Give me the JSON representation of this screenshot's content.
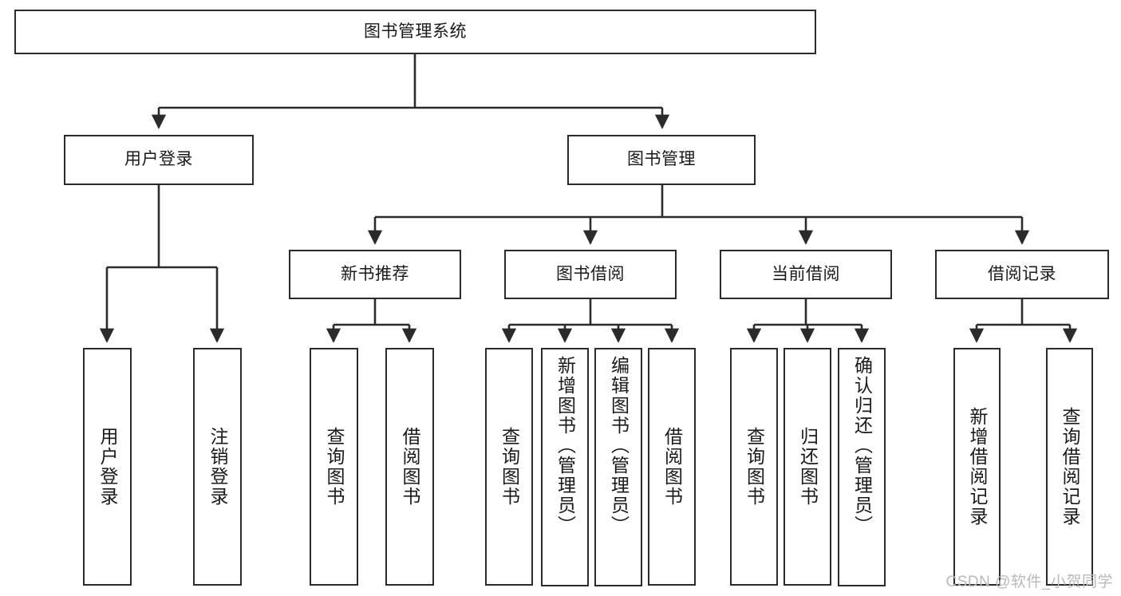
{
  "diagram": {
    "title": "图书管理系统",
    "root": {
      "id": "root",
      "label": "图书管理系统"
    },
    "level2": [
      {
        "id": "user-login",
        "label": "用户登录"
      },
      {
        "id": "book-manage",
        "label": "图书管理"
      }
    ],
    "level3": [
      {
        "id": "new-book-rec",
        "label": "新书推荐"
      },
      {
        "id": "book-borrow",
        "label": "图书借阅"
      },
      {
        "id": "current-borrow",
        "label": "当前借阅"
      },
      {
        "id": "borrow-record",
        "label": "借阅记录"
      }
    ],
    "leaves": {
      "user_login": [
        {
          "id": "leaf-user-login",
          "label": "用户登录"
        },
        {
          "id": "leaf-logout",
          "label": "注销登录"
        }
      ],
      "new_book_rec": [
        {
          "id": "leaf-query-book-1",
          "label": "查询图书"
        },
        {
          "id": "leaf-borrow-book-1",
          "label": "借阅图书"
        }
      ],
      "book_borrow": [
        {
          "id": "leaf-query-book-2",
          "label": "查询图书"
        },
        {
          "id": "leaf-add-book",
          "label": "新增图书（管理员）"
        },
        {
          "id": "leaf-edit-book",
          "label": "编辑图书（管理员）"
        },
        {
          "id": "leaf-borrow-book-2",
          "label": "借阅图书"
        }
      ],
      "current_borrow": [
        {
          "id": "leaf-query-book-3",
          "label": "查询图书"
        },
        {
          "id": "leaf-return-book",
          "label": "归还图书"
        },
        {
          "id": "leaf-confirm-return",
          "label": "确认归还（管理员）"
        }
      ],
      "borrow_record": [
        {
          "id": "leaf-add-record",
          "label": "新增借阅记录"
        },
        {
          "id": "leaf-query-record",
          "label": "查询借阅记录"
        }
      ]
    },
    "colors": {
      "stroke": "#2b2b2b",
      "fill": "#ffffff",
      "text": "#1a1a1a",
      "watermark": "#b9b9b9"
    }
  },
  "watermark": {
    "text": "CSDN @软件_小贺同学"
  }
}
